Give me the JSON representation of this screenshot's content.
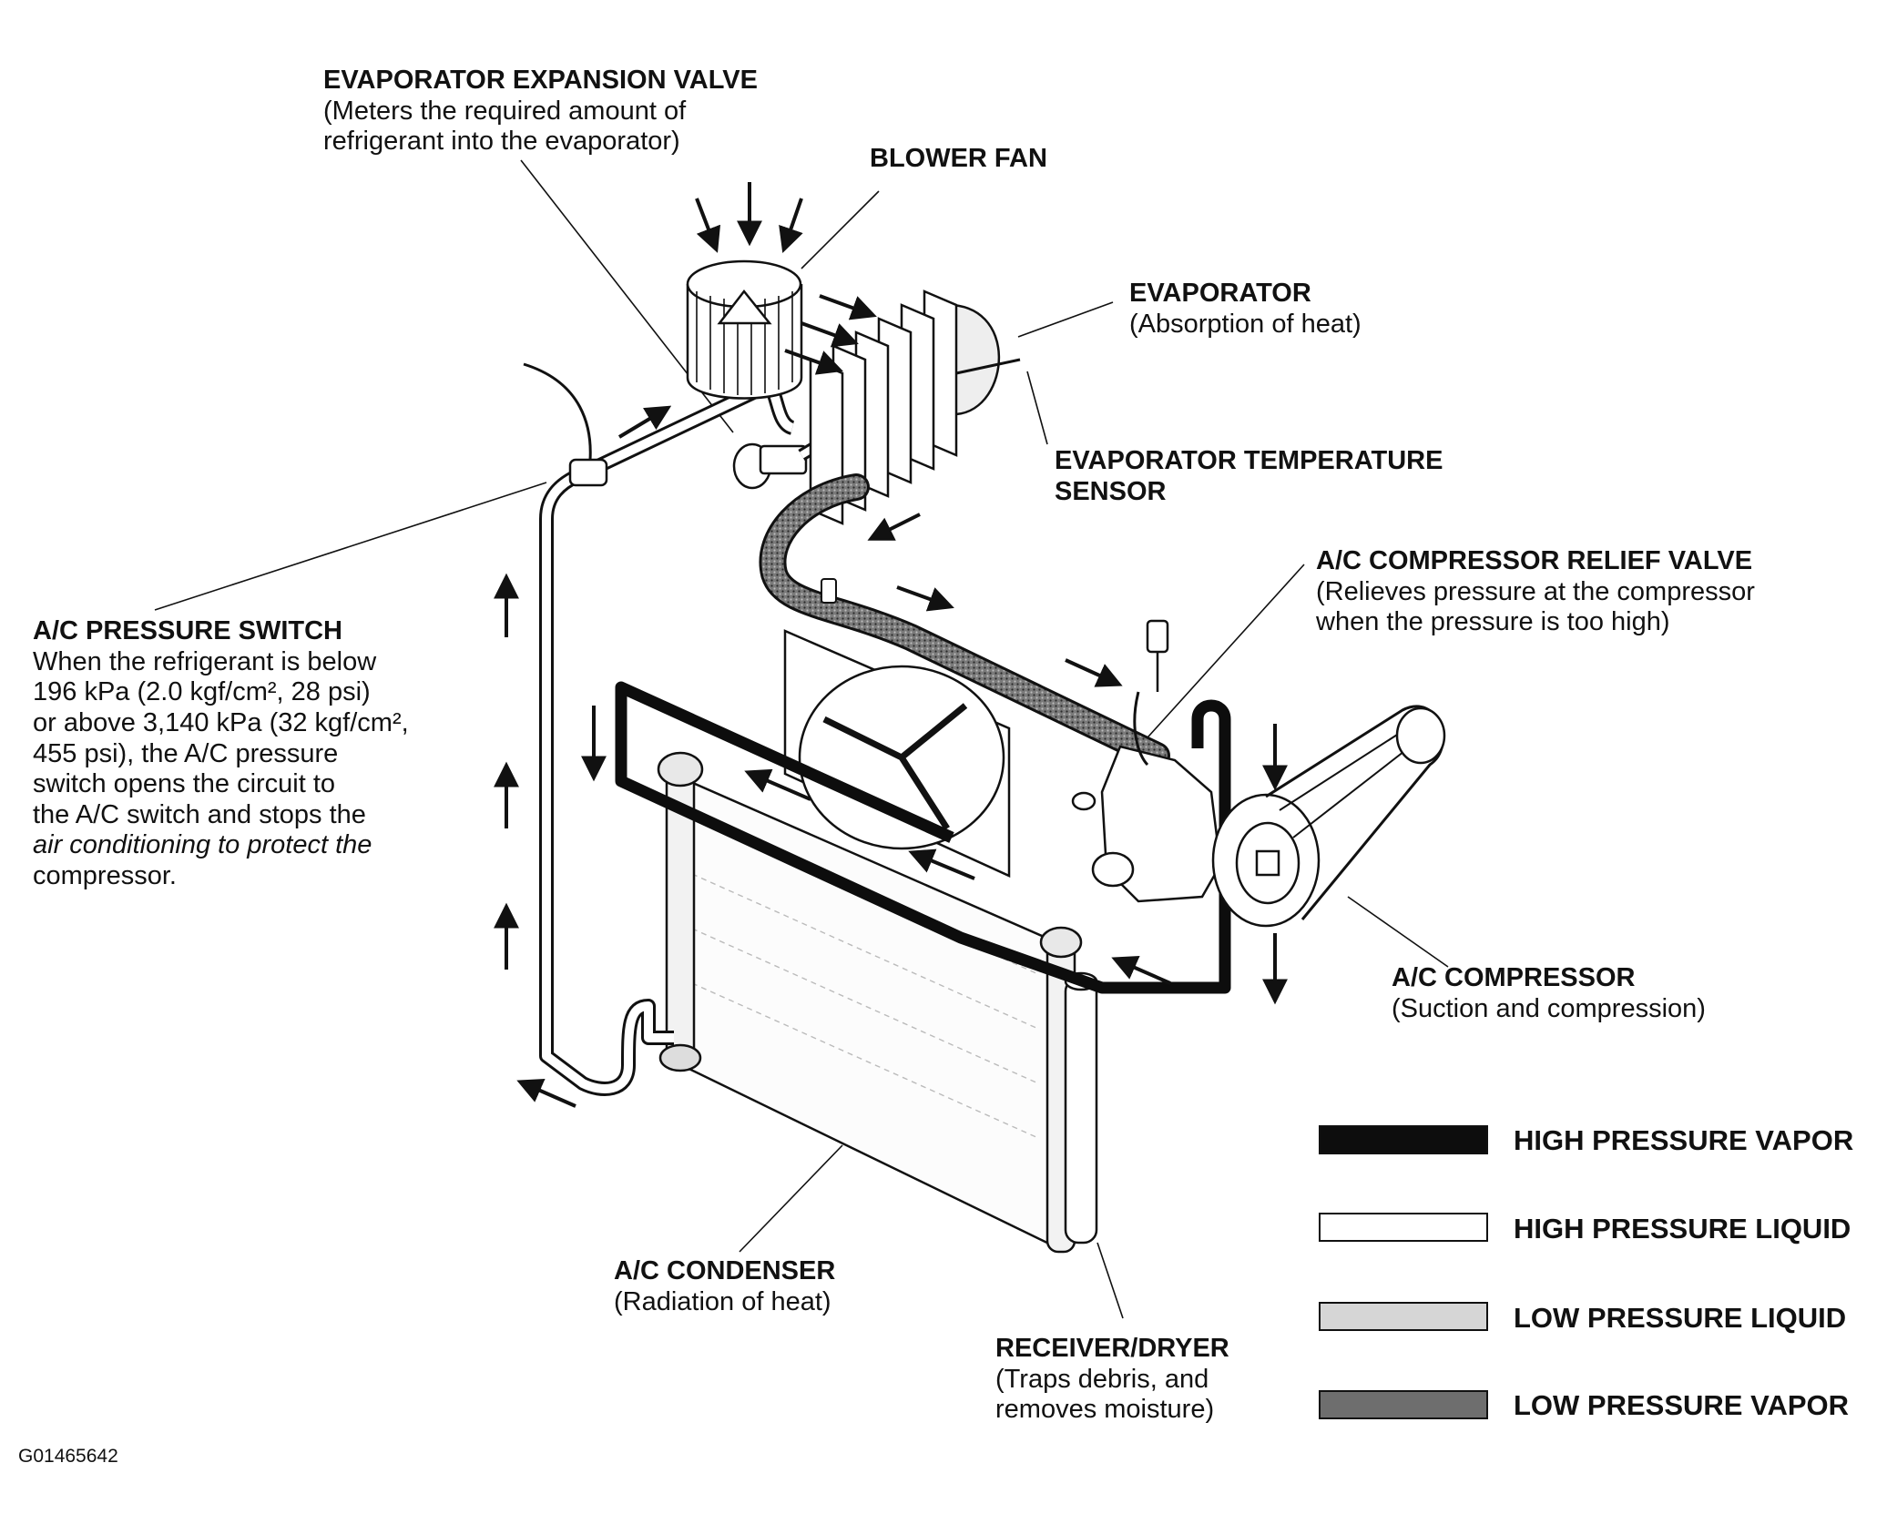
{
  "labels": {
    "expansion_valve": {
      "title": "EVAPORATOR EXPANSION VALVE",
      "desc": [
        "(Meters the required amount of",
        "refrigerant into the evaporator)"
      ]
    },
    "blower_fan": {
      "title": "BLOWER FAN"
    },
    "evaporator": {
      "title": "EVAPORATOR",
      "desc": [
        "(Absorption of heat)"
      ]
    },
    "temp_sensor": {
      "title": "EVAPORATOR TEMPERATURE",
      "title2": "SENSOR"
    },
    "relief_valve": {
      "title": "A/C COMPRESSOR RELIEF VALVE",
      "desc": [
        "(Relieves pressure at the compressor",
        "when the pressure is too high)"
      ]
    },
    "pressure_switch": {
      "title": "A/C PRESSURE SWITCH",
      "desc": [
        "When the refrigerant is below",
        "196 kPa (2.0 kgf/cm², 28 psi)",
        "or above 3,140 kPa (32 kgf/cm²,",
        "455 psi), the A/C pressure",
        "switch opens the circuit to",
        "the A/C switch and stops the",
        "air conditioning to protect the",
        "compressor."
      ]
    },
    "compressor": {
      "title": "A/C COMPRESSOR",
      "desc": [
        "(Suction and compression)"
      ]
    },
    "condenser": {
      "title": "A/C CONDENSER",
      "desc": [
        "(Radiation of heat)"
      ]
    },
    "receiver": {
      "title": "RECEIVER/DRYER",
      "desc": [
        "(Traps debris, and",
        "removes moisture)"
      ]
    }
  },
  "legend": [
    {
      "label": "HIGH PRESSURE VAPOR",
      "fill": "#0d0d0d"
    },
    {
      "label": "HIGH PRESSURE LIQUID",
      "fill": "#ffffff"
    },
    {
      "label": "LOW PRESSURE LIQUID",
      "fill": "#d6d6d6"
    },
    {
      "label": "LOW PRESSURE VAPOR",
      "fill": "#6e6e6e"
    }
  ],
  "figure_code": "G01465642"
}
